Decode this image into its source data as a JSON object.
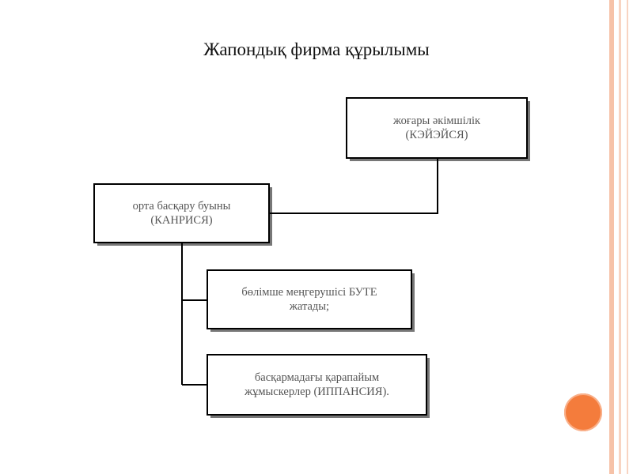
{
  "title": "Жапондық фирма құрылымы",
  "colors": {
    "stripe_outer": "#f6c2a8",
    "stripe_inner": "#f8d4c2",
    "accent_circle": "#f47c3c",
    "box_border": "#000000",
    "box_shadow": "#777777",
    "box_text": "#555555"
  },
  "nodes": {
    "top": {
      "line1": "жоғары әкімшілік",
      "line2": "(КЭЙЭЙСЯ)"
    },
    "middle": {
      "line1": "орта басқару буыны",
      "line2": "(КАНРИСЯ)"
    },
    "dept": {
      "line1": "бөлімше меңгерушісі БУТЕ",
      "line2": "жатады;"
    },
    "workers": {
      "line1": "басқармадағы қарапайым",
      "line2": "жұмыскерлер (ИППАНСИЯ)."
    }
  },
  "decor": {
    "circle_icon": "orange-circle"
  }
}
